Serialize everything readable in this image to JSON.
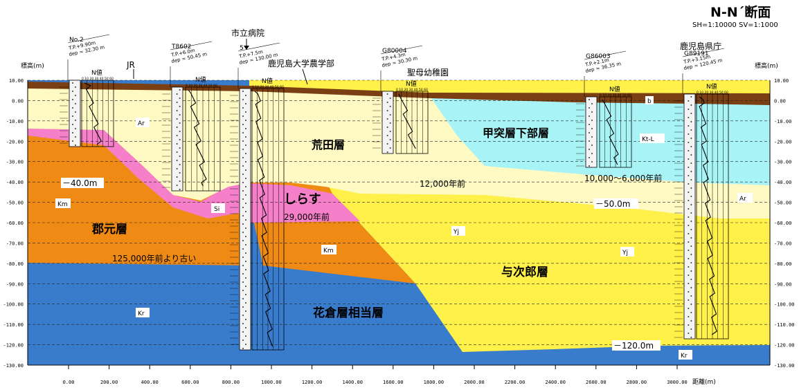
{
  "title": "N-N´断面",
  "scale": "SH=1:10000  SV=1:1000",
  "axis": {
    "left_label": "標高(m)",
    "right_label": "標高(m)",
    "x_label": "距離(m)",
    "elevation_ticks": [
      "10.00",
      "0.00",
      "-10.00",
      "-20.00",
      "-30.00",
      "-40.00",
      "-50.00",
      "-60.00",
      "-70.00",
      "-80.00",
      "-90.00",
      "-100.00",
      "-110.00",
      "-120.00",
      "-130.00"
    ],
    "distance_ticks": [
      "0.00",
      "200.00",
      "400.00",
      "600.00",
      "800.00",
      "1000.00",
      "1200.00",
      "1400.00",
      "1600.00",
      "1800.00",
      "2000.00",
      "2200.00",
      "2400.00",
      "2600.00",
      "2800.00",
      "3000.00"
    ]
  },
  "colors": {
    "topsoil": "#7a3f12",
    "arata": "#fffac4",
    "kotsuki": "#a8f3f6",
    "shirasu": "#f57fc9",
    "gongen": "#ef8a14",
    "yojiro": "#fff14a",
    "hanakura": "#3a7ccc"
  },
  "landmarks": {
    "jr": "JR",
    "hospital": "市立病院",
    "univ": "鹿児島大学農学部",
    "kindergarten": "聖母幼稚園",
    "pref": "鹿児島県庁"
  },
  "boreholes": [
    {
      "name": "No.2",
      "tp": "T.P.+9.90m",
      "dep": "dep = 32.30 m",
      "n_label": "N値"
    },
    {
      "name": "T8602",
      "tp": "T.P.+6.0m",
      "dep": "dep = 50.45 m",
      "n_label": "N値"
    },
    {
      "name": "5",
      "tp": "T.P.+7.5m",
      "dep": "dep = 130.00 m",
      "n_label": "N値"
    },
    {
      "name": "G80004",
      "tp": "T.P.+4.3m",
      "dep": "dep = 30.30 m",
      "n_label": "N値"
    },
    {
      "name": "G86003",
      "tp": "T.P.+2.1m",
      "dep": "dep = 36.35 m",
      "n_label": "N値"
    },
    {
      "name": "G89191",
      "tp": "T.P.+3.15m",
      "dep": "dep = 120.45 m",
      "n_label": "N値"
    }
  ],
  "n_scale": "0 10 20 30 40 50 60",
  "layers": {
    "arata": "荒田層",
    "kotsuki_l": "甲突層下部層",
    "shirasu": "しらす",
    "gongen": "郡元層",
    "yojiro": "与次郎層",
    "hanakura": "花倉層相当層"
  },
  "codes": {
    "ar1": "Ar",
    "ar2": "Ar",
    "ktl": "Kt-L",
    "si": "Si",
    "km1": "Km",
    "km2": "Km",
    "yj1": "Yj",
    "yj2": "Yj",
    "kr1": "Kr",
    "kr2": "Kr",
    "b": "b"
  },
  "ages": {
    "a12000": "12,000年前",
    "a29000": "29,000年前",
    "a10000": "10,000～6,000年前",
    "a125000": "125,000年前より古い"
  },
  "depths": {
    "d40": "－40.0m",
    "d50": "－50.0m",
    "d120": "－120.0m"
  }
}
